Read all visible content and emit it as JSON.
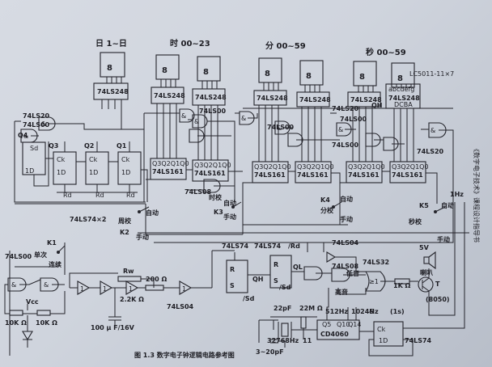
{
  "headers": {
    "day": "日 1~日",
    "hour": "时 00~23",
    "minute": "分 00~59",
    "second": "秒 00~59"
  },
  "chips": {
    "decoder": "74LS248",
    "nand": "74LS00",
    "counter": "74LS161",
    "counter_pins": "Q3Q2Q1Q0",
    "and20": "74LS20",
    "ls08": "74LS08",
    "ls74x2": "74LS74×2",
    "ls74": "74LS74",
    "ls04": "74LS04",
    "ls32": "74LS32",
    "cd4060": "CD4060",
    "ls00_left": "74LS00",
    "display_model": "LC5011-11×7",
    "dcba": "DCBA",
    "abcdefg": "abcdefg"
  },
  "labels": {
    "q4": "Q4",
    "q3": "Q3",
    "q2": "Q2",
    "q1": "Q1",
    "sd": "Sd",
    "ck": "Ck",
    "d": "1D",
    "rd": "Rd",
    "qh": "QH",
    "k1": "K1",
    "k2": "K2",
    "k3": "K3",
    "k4": "K4",
    "k5": "K5",
    "zhou_jiao": "周校",
    "shi_jiao": "时校",
    "fen_jiao": "分校",
    "miao_jiao": "秒校",
    "shoudong": "手动",
    "zidong": "自动",
    "danci": "单次",
    "lianxu": "连续",
    "hz1": "1Hz",
    "rw": "Rw",
    "r200": "200 Ω",
    "r22k": "2.2K Ω",
    "cap100": "100 μ F/16V",
    "vcc": "Vcc",
    "r10k_a": "10K Ω",
    "r10k_b": "10K Ω",
    "r_set": "R",
    "s_set": "S",
    "ql": "QL",
    "rd_bar": "/Rd",
    "sd_bar": "/Sd",
    "di_yin": "低音",
    "gao_yin": "高音",
    "ge1": "≥1",
    "r1k": "1K Ω",
    "v5": "5V",
    "speaker": "喇叭",
    "t": "T",
    "t8050": "(8050)",
    "pf22": "22pF",
    "m22": "22M Ω",
    "xtal": "32768Hz",
    "x11": "11",
    "pf320": "3~20pF",
    "f512": "512Hz",
    "f1024": "1024Hz",
    "q5": "Q5",
    "q10": "Q10",
    "q14": "Q14",
    "one_s": "(1s)",
    "amp": "&",
    "one": "1"
  },
  "caption": "图 1.3  数字电子钟逻辑电路参考图",
  "side_text": "《数字电子技术》课程设计指导书",
  "colors": {
    "paper": "#d3d8e0",
    "ink": "#24242b"
  }
}
